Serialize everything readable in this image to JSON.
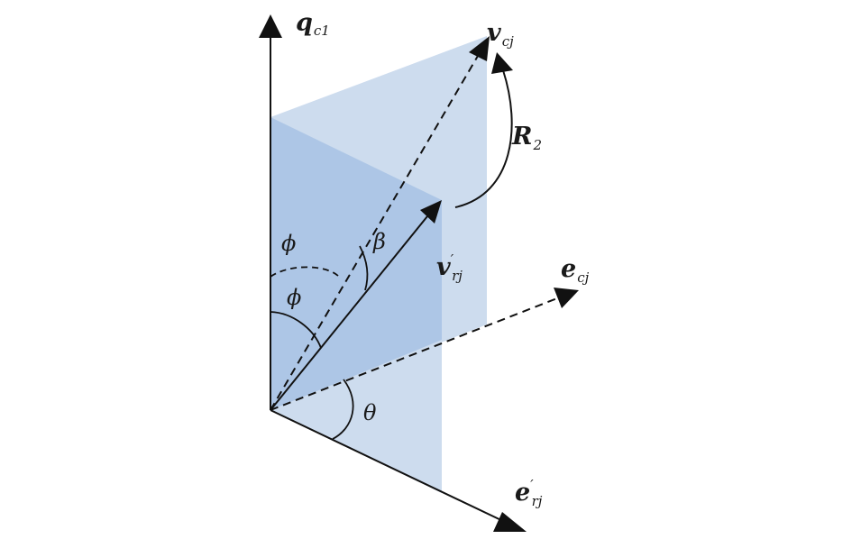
{
  "colors": {
    "plane_light": "#cddcee",
    "plane_dark": "#adc6e6",
    "stroke": "#111111"
  },
  "labels": {
    "q_c1": {
      "main": "q",
      "sub": "c1"
    },
    "v_cj": {
      "main": "v",
      "sub": "cj"
    },
    "R_2": {
      "main": "R",
      "sub": "2"
    },
    "v_rj_prime": {
      "main": "v",
      "prime": "′",
      "sub": "rj"
    },
    "e_cj": {
      "main": "e",
      "sub": "cj"
    },
    "e_rj_prime": {
      "main": "e",
      "prime": "′",
      "sub": "rj"
    },
    "beta": "β",
    "phi_upper": "ϕ",
    "phi_lower": "ϕ",
    "theta": "θ"
  }
}
